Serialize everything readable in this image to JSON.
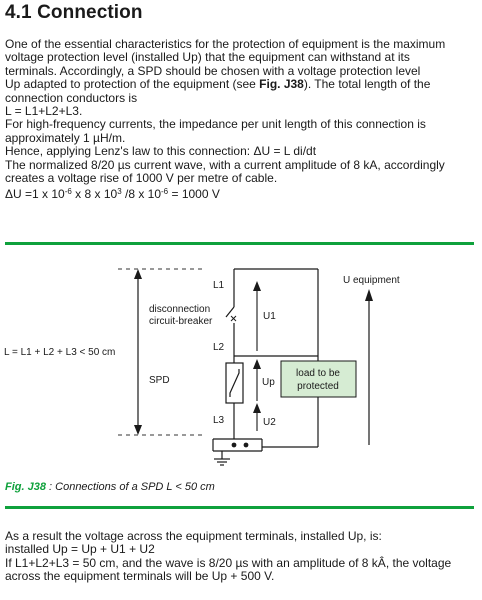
{
  "heading": "4.1 Connection",
  "intro": {
    "line1": "One of the essential characteristics for the protection of equipment is the maximum",
    "line2": "voltage protection level (installed Up) that the equipment can withstand at its",
    "line3": "terminals. Accordingly, a SPD should be chosen with a voltage protection level",
    "line4_a": "Up adapted to protection of the equipment (see ",
    "line4_ref": "Fig. J38",
    "line4_b": "). The total length of the",
    "line5": "connection conductors is",
    "line6": "L = L1+L2+L3.",
    "line7": "For high-frequency currents, the impedance per unit length of this connection is",
    "line8": "approximately 1 µH/m.",
    "line9": "Hence, applying Lenz's law to this connection: ΔU = L di/dt",
    "line10": "The normalized 8/20 µs current wave, with a current amplitude of 8 kA, accordingly",
    "line11": "creates a voltage rise of 1000 V per metre of cable.",
    "formula_a": "ΔU =1 x 10",
    "formula_exp1": "-6",
    "formula_b": " x 8 x 10",
    "formula_exp2": "3",
    "formula_c": " /8 x 10",
    "formula_exp3": "-6",
    "formula_d": " = 1000 V"
  },
  "figure": {
    "length_label": "L = L1 + L2 + L3 < 50 cm",
    "l1": "L1",
    "l2": "L2",
    "l3": "L3",
    "disconnection_line1": "disconnection",
    "disconnection_line2": "circuit-breaker",
    "spd": "SPD",
    "u1": "U1",
    "u2": "U2",
    "up": "Up",
    "load_line1": "load to be",
    "load_line2": "protected",
    "u_equipment": "U equipment",
    "caption_num": "Fig. J38",
    "caption_text": " : Connections of a SPD L < 50 cm",
    "colors": {
      "green": "#0fa13c",
      "load_fill": "#d6ecd3"
    }
  },
  "result": {
    "line1": "As a result the voltage across the equipment terminals, installed Up, is:",
    "line2": "installed Up = Up + U1 + U2",
    "line3": "If L1+L2+L3 = 50 cm, and the wave is 8/20 µs with an amplitude of 8 kÂ, the voltage",
    "line4": "across the equipment terminals will be Up + 500 V."
  }
}
